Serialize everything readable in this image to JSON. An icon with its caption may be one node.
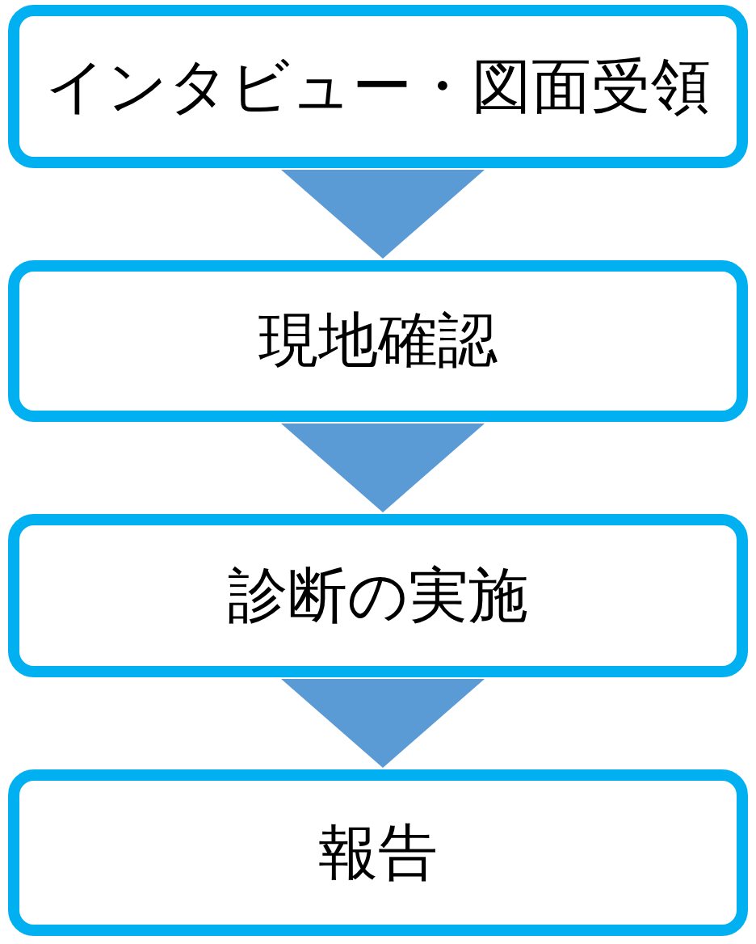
{
  "diagram": {
    "nodes": [
      {
        "text": [
          "インタビュー・図面受領"
        ]
      },
      {
        "text": [
          "現地確認"
        ]
      },
      {
        "text": [
          "診断の実施"
        ]
      },
      {
        "text": [
          "報告"
        ]
      }
    ],
    "edges": [
      {
        "from": 0,
        "to": 1,
        "arrow": "to"
      },
      {
        "from": 1,
        "to": 2,
        "arrow": "to"
      },
      {
        "from": 2,
        "to": 3,
        "arrow": "to"
      }
    ]
  }
}
